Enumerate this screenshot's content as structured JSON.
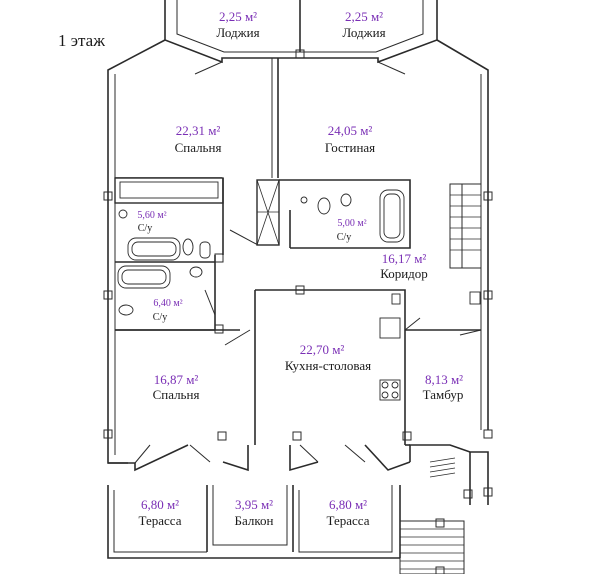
{
  "floor_label": "1 этаж",
  "rooms": [
    {
      "area": "2,25 м²",
      "name": "Лоджия"
    },
    {
      "area": "2,25 м²",
      "name": "Лоджия"
    },
    {
      "area": "22,31 м²",
      "name": "Спальня"
    },
    {
      "area": "24,05 м²",
      "name": "Гостиная"
    },
    {
      "area": "5,60 м²",
      "name": "С/у"
    },
    {
      "area": "5,00 м²",
      "name": "С/у"
    },
    {
      "area": "16,17 м²",
      "name": "Коридор"
    },
    {
      "area": "6,40 м²",
      "name": "С/у"
    },
    {
      "area": "22,70 м²",
      "name": "Кухня-столовая"
    },
    {
      "area": "16,87 м²",
      "name": "Спальня"
    },
    {
      "area": "8,13 м²",
      "name": "Тамбур"
    },
    {
      "area": "6,80 м²",
      "name": "Терасса"
    },
    {
      "area": "3,95 м²",
      "name": "Балкон"
    },
    {
      "area": "6,80 м²",
      "name": "Терасса"
    }
  ]
}
